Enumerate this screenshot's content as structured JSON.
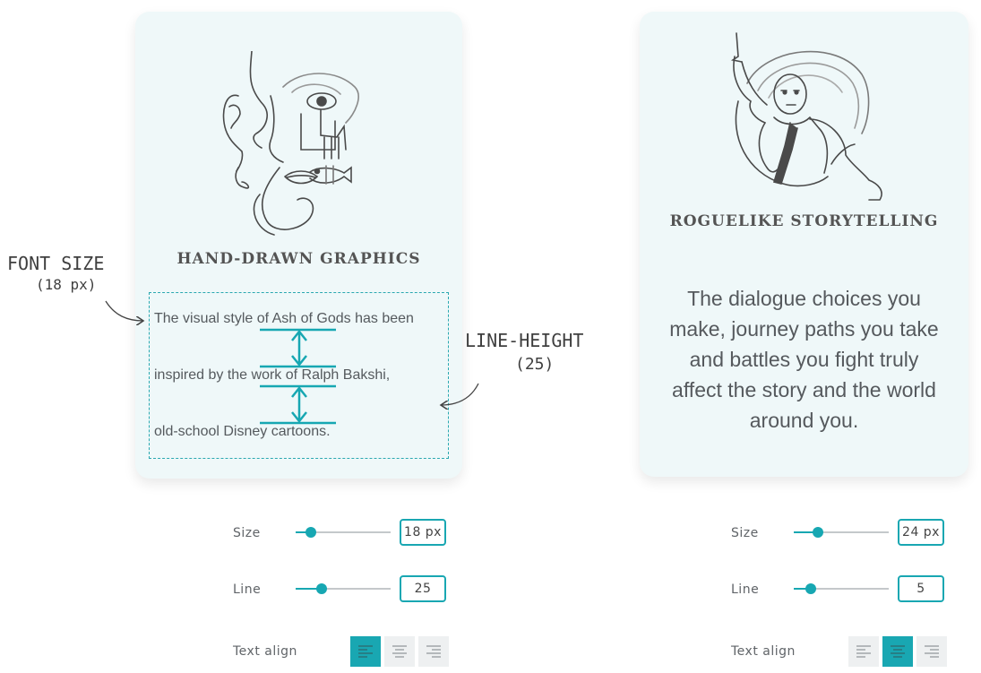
{
  "colors": {
    "accent": "#19a7b2",
    "card_bg": "#eff8f9",
    "text": "#555a5e"
  },
  "left_card": {
    "illustration": "hand-drawn-face-collage-icon",
    "title": "HAND-DRAWN GRAPHICS",
    "lines": [
      "The visual style of Ash of Gods has been",
      "inspired by the work of Ralph Bakshi,",
      "old-school Disney cartoons."
    ]
  },
  "right_card": {
    "illustration": "man-pointing-up-sketch-icon",
    "title": "ROGUELIKE STORYTELLING",
    "paragraph": "The dialogue choices you make, journey paths you take and battles you fight truly affect the story and the world around you."
  },
  "annotations": {
    "font_size_label": "FONT SIZE",
    "font_size_value": "(18 px)",
    "line_height_label": "LINE-HEIGHT",
    "line_height_value": "(25)"
  },
  "left_controls": {
    "size_label": "Size",
    "size_value": "18 px",
    "size_slider": 0.16,
    "line_label": "Line",
    "line_value": "25",
    "line_slider": 0.27,
    "align_label": "Text align",
    "align_selected": "left"
  },
  "right_controls": {
    "size_label": "Size",
    "size_value": "24 px",
    "size_slider": 0.25,
    "line_label": "Line",
    "line_value": "5",
    "line_slider": 0.18,
    "align_label": "Text align",
    "align_selected": "center"
  }
}
